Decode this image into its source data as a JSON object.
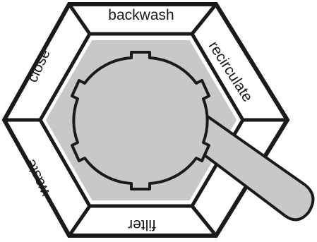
{
  "labels": {
    "top": "backwash",
    "upper_right": "recirculate",
    "lower_right": "",
    "bottom": "filter",
    "lower_left": "waste",
    "upper_left": "close"
  },
  "colors": {
    "stroke": "#1a1a1a",
    "panel_fill": "#ffffff",
    "center_fill": "#c8c8c8",
    "handle_fill": "#c8c8c8"
  }
}
